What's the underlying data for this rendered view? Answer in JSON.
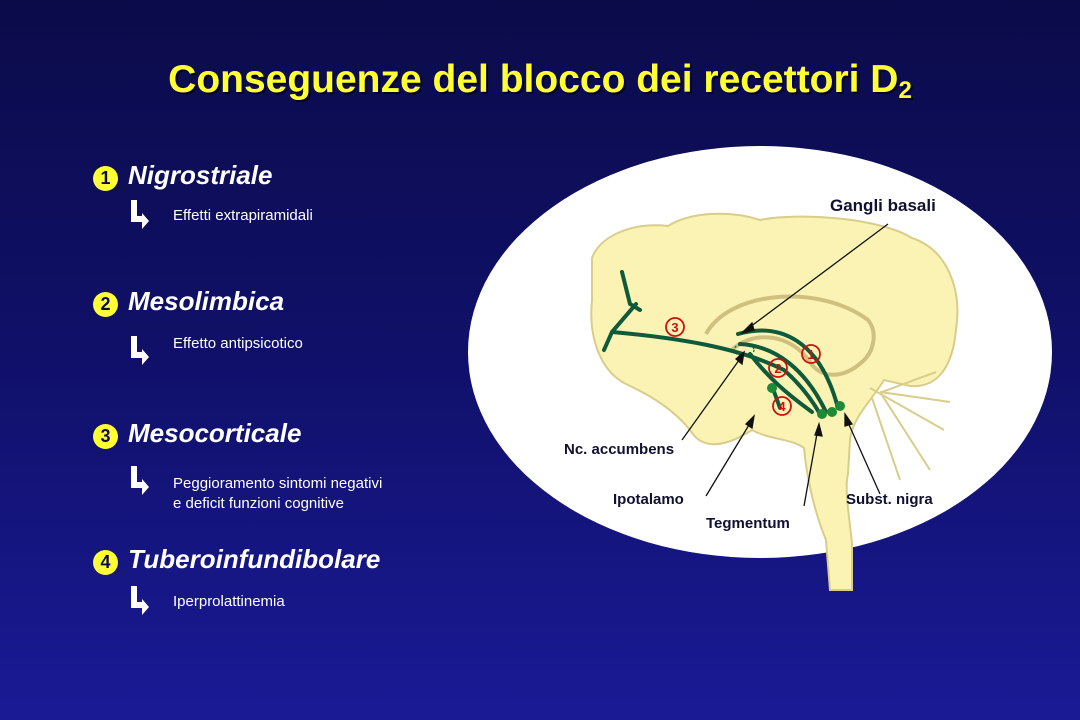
{
  "title": {
    "text": "Conseguenze del blocco dei recettori D",
    "subscript": "2"
  },
  "pathways": [
    {
      "number": "1",
      "name": "Nigrostriale",
      "effect": "Effetti extrapiramidali"
    },
    {
      "number": "2",
      "name": "Mesolimbica",
      "effect": "Effetto antipsicotico"
    },
    {
      "number": "3",
      "name": "Mesocorticale",
      "effect_lines": [
        "Peggioramento sintomi negativi",
        "e deficit funzioni cognitive"
      ]
    },
    {
      "number": "4",
      "name": "Tuberoinfundibolare",
      "effect": "Iperprolattinemia"
    }
  ],
  "diagram": {
    "labels": {
      "gangli_basali": "Gangli basali",
      "nc_accumbens": "Nc. accumbens",
      "ipotalamo": "Ipotalamo",
      "tegmentum": "Tegmentum",
      "subst_nigra": "Subst. nigra"
    },
    "markers": [
      "1",
      "2",
      "3",
      "4"
    ]
  },
  "colors": {
    "title": "#ffff33",
    "background": "#0b0b4a",
    "brain": "#fbf3b4",
    "pathway": "#0e5a3a",
    "marker": "#cc1111"
  }
}
